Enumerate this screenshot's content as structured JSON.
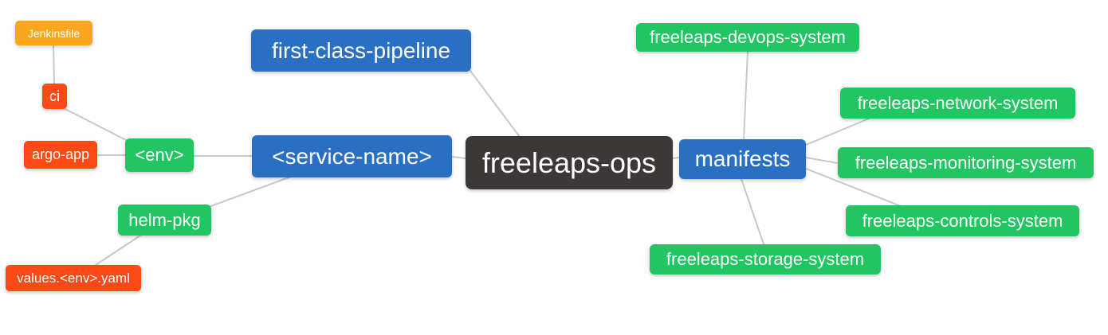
{
  "diagram": {
    "type": "mindmap",
    "root_label": "freeleaps-ops"
  },
  "palette": {
    "root_bg": "#3b3837",
    "branch_bg": "#2a70c2",
    "leaf_bg": "#21c562",
    "accent_bg": "#fb4a15",
    "amber_bg": "#faa71e",
    "edge_color": "#c8c8c8",
    "text_color": "#ffffff",
    "canvas_bg": "#ffffff"
  },
  "nodes": {
    "root": {
      "label": "freeleaps-ops"
    },
    "first_class_pipeline": {
      "label": "first-class-pipeline"
    },
    "service_name": {
      "label": "<service-name>"
    },
    "manifests": {
      "label": "manifests"
    },
    "env": {
      "label": "<env>"
    },
    "helm_pkg": {
      "label": "helm-pkg"
    },
    "ci": {
      "label": "ci"
    },
    "argo_app": {
      "label": "argo-app"
    },
    "jenkinsfile": {
      "label": "Jenkinsfile"
    },
    "values_env_yaml": {
      "label": "values.<env>.yaml"
    },
    "devops_system": {
      "label": "freeleaps-devops-system"
    },
    "network_system": {
      "label": "freeleaps-network-system"
    },
    "monitoring_system": {
      "label": "freeleaps-monitoring-system"
    },
    "controls_system": {
      "label": "freeleaps-controls-system"
    },
    "storage_system": {
      "label": "freeleaps-storage-system"
    }
  },
  "edges": [
    {
      "from": "jenkinsfile",
      "to": "ci"
    },
    {
      "from": "ci",
      "to": "env"
    },
    {
      "from": "argo_app",
      "to": "env"
    },
    {
      "from": "env",
      "to": "service_name"
    },
    {
      "from": "helm_pkg",
      "to": "service_name"
    },
    {
      "from": "values_env_yaml",
      "to": "helm_pkg"
    },
    {
      "from": "first_class_pipeline",
      "to": "root"
    },
    {
      "from": "service_name",
      "to": "root"
    },
    {
      "from": "root",
      "to": "manifests"
    },
    {
      "from": "manifests",
      "to": "devops_system"
    },
    {
      "from": "manifests",
      "to": "network_system"
    },
    {
      "from": "manifests",
      "to": "monitoring_system"
    },
    {
      "from": "manifests",
      "to": "controls_system"
    },
    {
      "from": "manifests",
      "to": "storage_system"
    }
  ]
}
